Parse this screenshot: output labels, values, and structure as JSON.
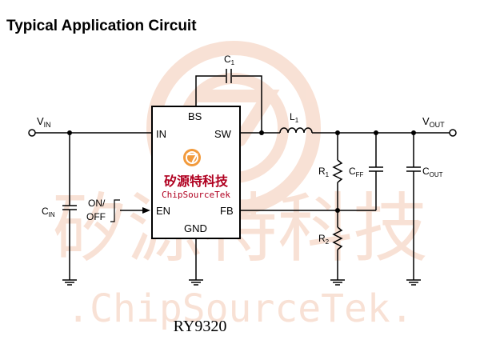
{
  "header": {
    "title": "Typical Application Circuit"
  },
  "colors": {
    "wire": "#000000",
    "watermark": "#f4c9b3",
    "logo_orange": "#f29a3c",
    "logo_text": "#b00020",
    "background": "#ffffff"
  },
  "chip": {
    "pins": {
      "bs": "BS",
      "sw": "SW",
      "in": "IN",
      "en": "EN",
      "fb": "FB",
      "gnd": "GND"
    },
    "brand_cn": "矽源特科技",
    "brand_en": "ChipSourceTek",
    "logo_icon": "chipsourcetek-logo-icon"
  },
  "labels": {
    "vin": {
      "main": "V",
      "sub": "IN"
    },
    "vout": {
      "main": "V",
      "sub": "OUT"
    },
    "c1": {
      "main": "C",
      "sub": "1"
    },
    "l1": {
      "main": "L",
      "sub": "1"
    },
    "r1": {
      "main": "R",
      "sub": "1"
    },
    "r2": {
      "main": "R",
      "sub": "2"
    },
    "cff": {
      "main": "C",
      "sub": "FF"
    },
    "cout": {
      "main": "C",
      "sub": "OUT"
    },
    "cin": {
      "main": "C",
      "sub": "IN"
    },
    "onoff_line1": "ON/",
    "onoff_line2": "OFF"
  },
  "watermark": {
    "cn": "矽源特科技",
    "en": ".ChipSourceTek."
  },
  "part_number": "RY9320"
}
